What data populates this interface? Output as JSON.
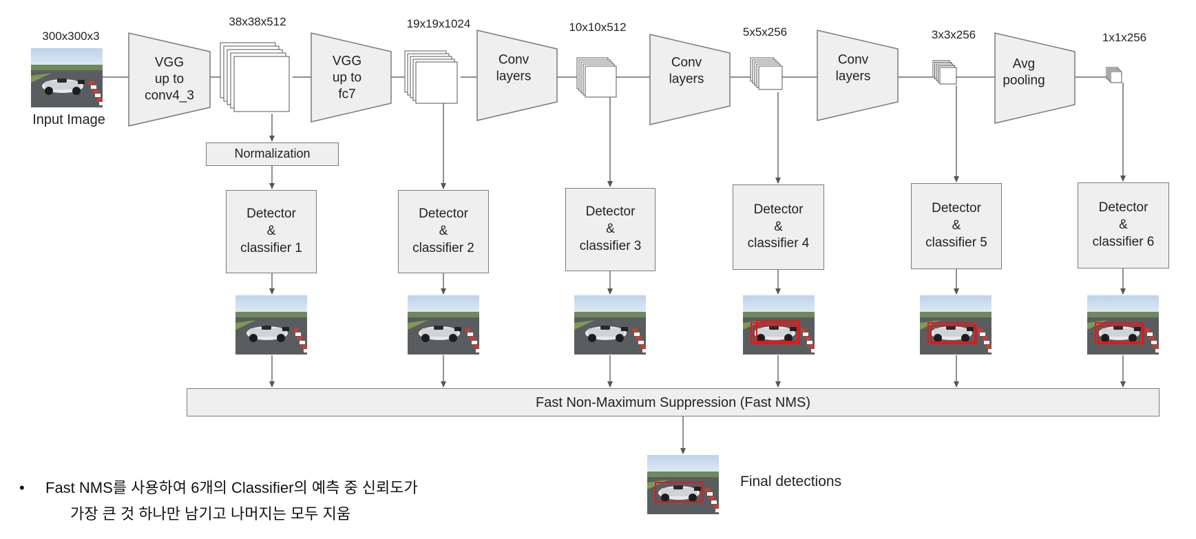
{
  "input": {
    "dim": "300x300x3",
    "label": "Input Image"
  },
  "stages": [
    {
      "id": "vgg-conv4-3",
      "label": "VGG\nup to\nconv4_3",
      "out_dim": "38x38x512"
    },
    {
      "id": "vgg-fc7",
      "label": "VGG\nup to\nfc7",
      "out_dim": "19x19x1024"
    },
    {
      "id": "conv-layers-1",
      "label": "Conv\nlayers",
      "out_dim": "10x10x512"
    },
    {
      "id": "conv-layers-2",
      "label": "Conv\nlayers",
      "out_dim": "5x5x256"
    },
    {
      "id": "conv-layers-3",
      "label": "Conv\nlayers",
      "out_dim": "3x3x256"
    },
    {
      "id": "avg-pooling",
      "label": "Avg\npooling",
      "out_dim": "1x1x256"
    }
  ],
  "normalization": {
    "label": "Normalization"
  },
  "detectors": [
    {
      "label": "Detector\n&\nclassifier 1",
      "boxes": 0
    },
    {
      "label": "Detector\n&\nclassifier 2",
      "boxes": 0
    },
    {
      "label": "Detector\n&\nclassifier 3",
      "boxes": 0
    },
    {
      "label": "Detector\n&\nclassifier 4",
      "boxes": 3
    },
    {
      "label": "Detector\n&\nclassifier 5",
      "boxes": 2
    },
    {
      "label": "Detector\n&\nclassifier 6",
      "boxes": 2
    }
  ],
  "nms": {
    "label": "Fast Non-Maximum Suppression (Fast NMS)"
  },
  "final": {
    "label": "Final detections",
    "boxes": 1
  },
  "note": {
    "bullet": "•",
    "line1": "Fast NMS를 사용하여 6개의 Classifier의 예측 중 신뢰도가",
    "line2": "가장 큰 것 하나만 남기고 나머지는 모두 지움"
  },
  "colors": {
    "box_fill": "#efefef",
    "box_stroke": "#7a7a7a",
    "line": "#6a6a6a",
    "detection_box": "#e01818"
  }
}
